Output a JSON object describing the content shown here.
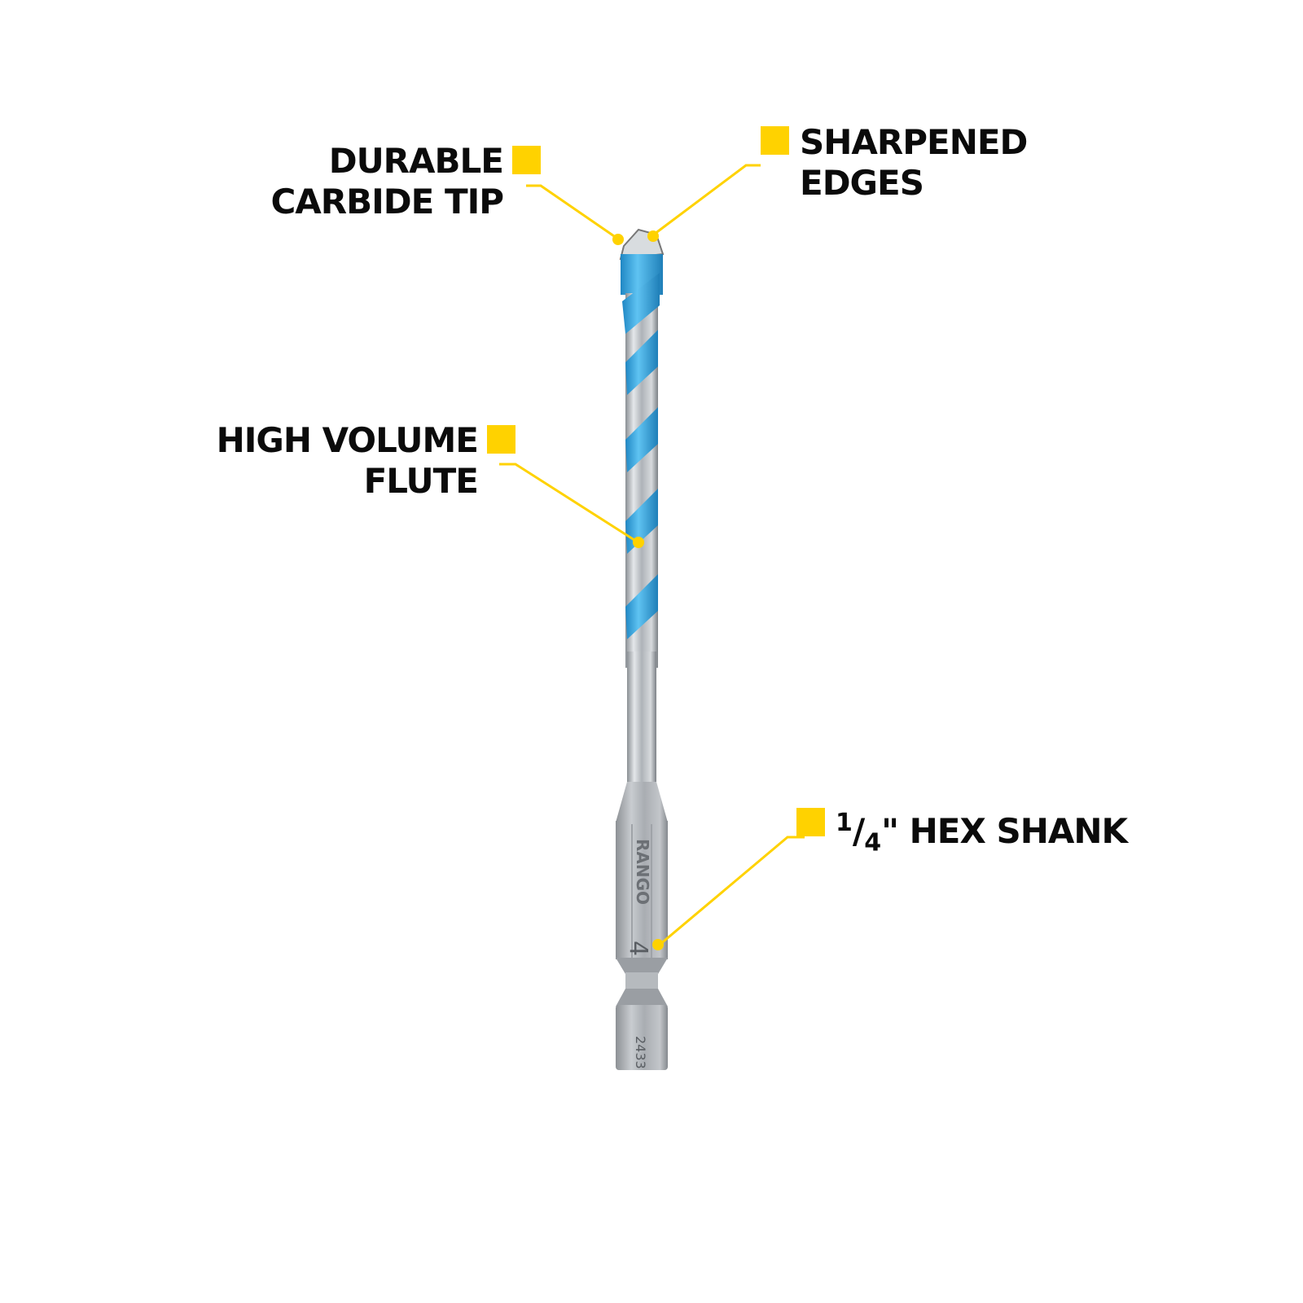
{
  "colors": {
    "accent": "#ffd200",
    "flute_blue": "#3aa7e0",
    "steel": "#b8bcc0",
    "text": "#0b0b0b"
  },
  "callouts": {
    "carbide_tip": {
      "line1": "DURABLE",
      "line2": "CARBIDE TIP"
    },
    "sharpened_edges": {
      "line1": "SHARPENED",
      "line2": "EDGES"
    },
    "flute": {
      "line1": "HIGH VOLUME",
      "line2": "FLUTE"
    },
    "shank": {
      "fraction_num": "1",
      "fraction_sep": "/",
      "fraction_den": "4",
      "rest": "\" HEX SHANK"
    }
  },
  "bit_markings": {
    "brand": "RANGO",
    "size": "4",
    "code": "2433"
  },
  "icons": {
    "bullet": "yellow-square-icon"
  }
}
